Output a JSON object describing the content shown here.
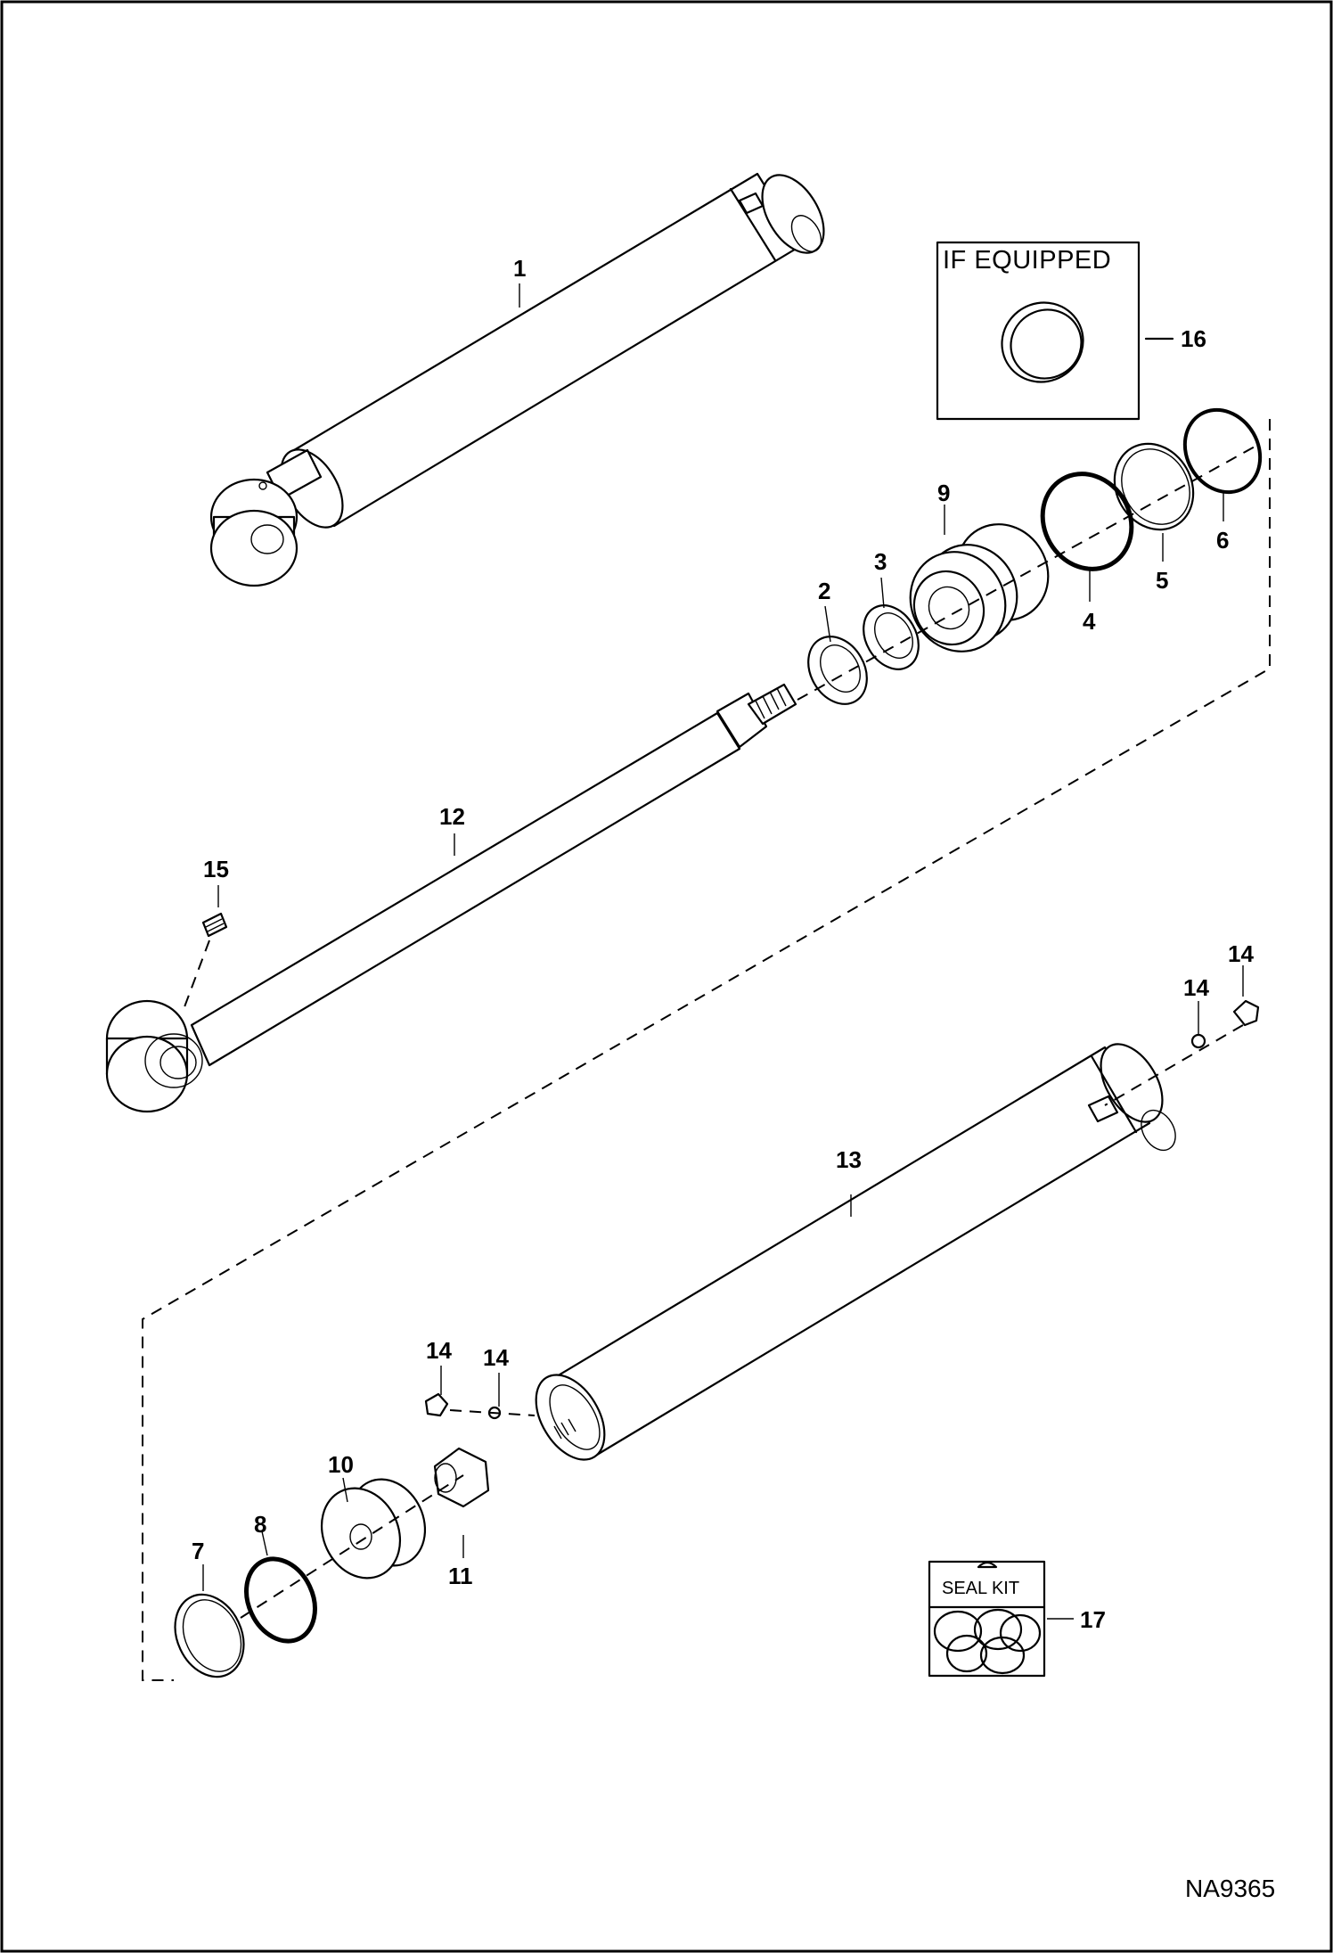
{
  "figure_id": "NA9365",
  "if_equipped_label": "IF EQUIPPED",
  "seal_kit_label": "SEAL KIT",
  "callouts": {
    "c1": "1",
    "c2": "2",
    "c3": "3",
    "c4": "4",
    "c5": "5",
    "c6": "6",
    "c7": "7",
    "c8": "8",
    "c9": "9",
    "c10": "10",
    "c11": "11",
    "c12": "12",
    "c13": "13",
    "c14a": "14",
    "c14b": "14",
    "c14c": "14",
    "c14d": "14",
    "c15": "15",
    "c16": "16",
    "c17": "17"
  }
}
